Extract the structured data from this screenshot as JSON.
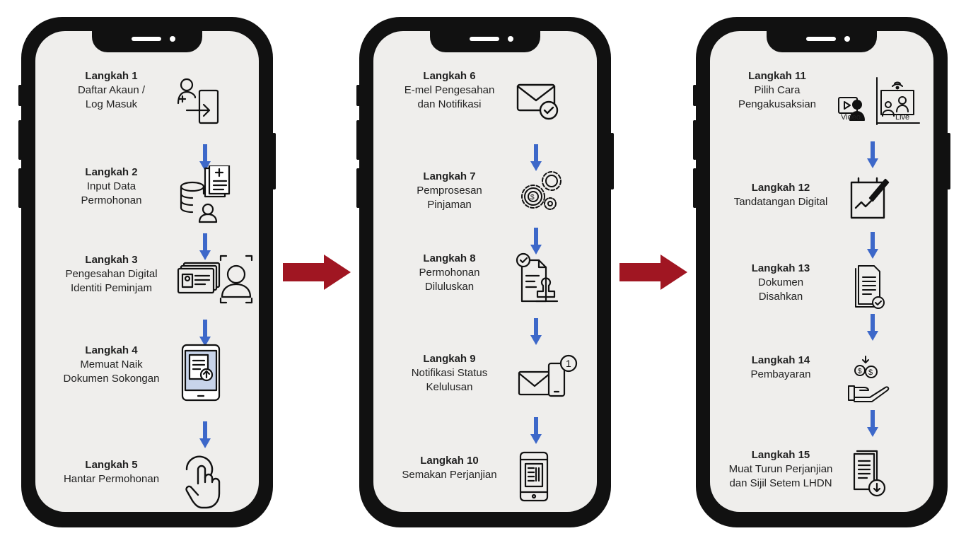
{
  "arrow_color": "#a01622",
  "down_arrow_color": "#3d68c9",
  "phones": [
    {
      "steps": [
        {
          "title": "Langkah 1",
          "lines": [
            "Daftar Akaun /",
            "Log Masuk"
          ],
          "icon": "login-icon"
        },
        {
          "title": "Langkah 2",
          "lines": [
            "Input Data",
            "Permohonan"
          ],
          "icon": "database-form-icon"
        },
        {
          "title": "Langkah 3",
          "lines": [
            "Pengesahan Digital",
            "Identiti Peminjam"
          ],
          "icon": "id-card-face-scan-icon"
        },
        {
          "title": "Langkah 4",
          "lines": [
            "Memuat Naik",
            "Dokumen Sokongan"
          ],
          "icon": "phone-upload-icon"
        },
        {
          "title": "Langkah 5",
          "lines": [
            "Hantar Permohonan"
          ],
          "icon": "touch-icon"
        }
      ]
    },
    {
      "steps": [
        {
          "title": "Langkah 6",
          "lines": [
            "E-mel Pengesahan",
            "dan Notifikasi"
          ],
          "icon": "email-check-icon"
        },
        {
          "title": "Langkah 7",
          "lines": [
            "Pemprosesan",
            "Pinjaman"
          ],
          "icon": "gears-dollar-icon"
        },
        {
          "title": "Langkah 8",
          "lines": [
            "Permohonan",
            "Diluluskan"
          ],
          "icon": "approved-document-icon"
        },
        {
          "title": "Langkah 9",
          "lines": [
            "Notifikasi Status",
            "Kelulusan"
          ],
          "icon": "mail-notification-icon"
        },
        {
          "title": "Langkah 10",
          "lines": [
            "Semakan Perjanjian"
          ],
          "icon": "phone-document-icon"
        }
      ]
    },
    {
      "steps": [
        {
          "title": "Langkah 11",
          "lines": [
            "Pilih Cara",
            "Pengakusaksian"
          ],
          "icon": "video-live-icon",
          "icon_labels": [
            "Video",
            "Live"
          ]
        },
        {
          "title": "Langkah 12",
          "lines": [
            "Tandatangan Digital"
          ],
          "icon": "digital-signature-icon"
        },
        {
          "title": "Langkah 13",
          "lines": [
            "Dokumen",
            "Disahkan"
          ],
          "icon": "verified-document-icon"
        },
        {
          "title": "Langkah 14",
          "lines": [
            "Pembayaran"
          ],
          "icon": "payment-icon"
        },
        {
          "title": "Langkah 15",
          "lines": [
            "Muat Turun Perjanjian",
            "dan Sijil Setem LHDN"
          ],
          "icon": "download-document-icon"
        }
      ]
    }
  ]
}
